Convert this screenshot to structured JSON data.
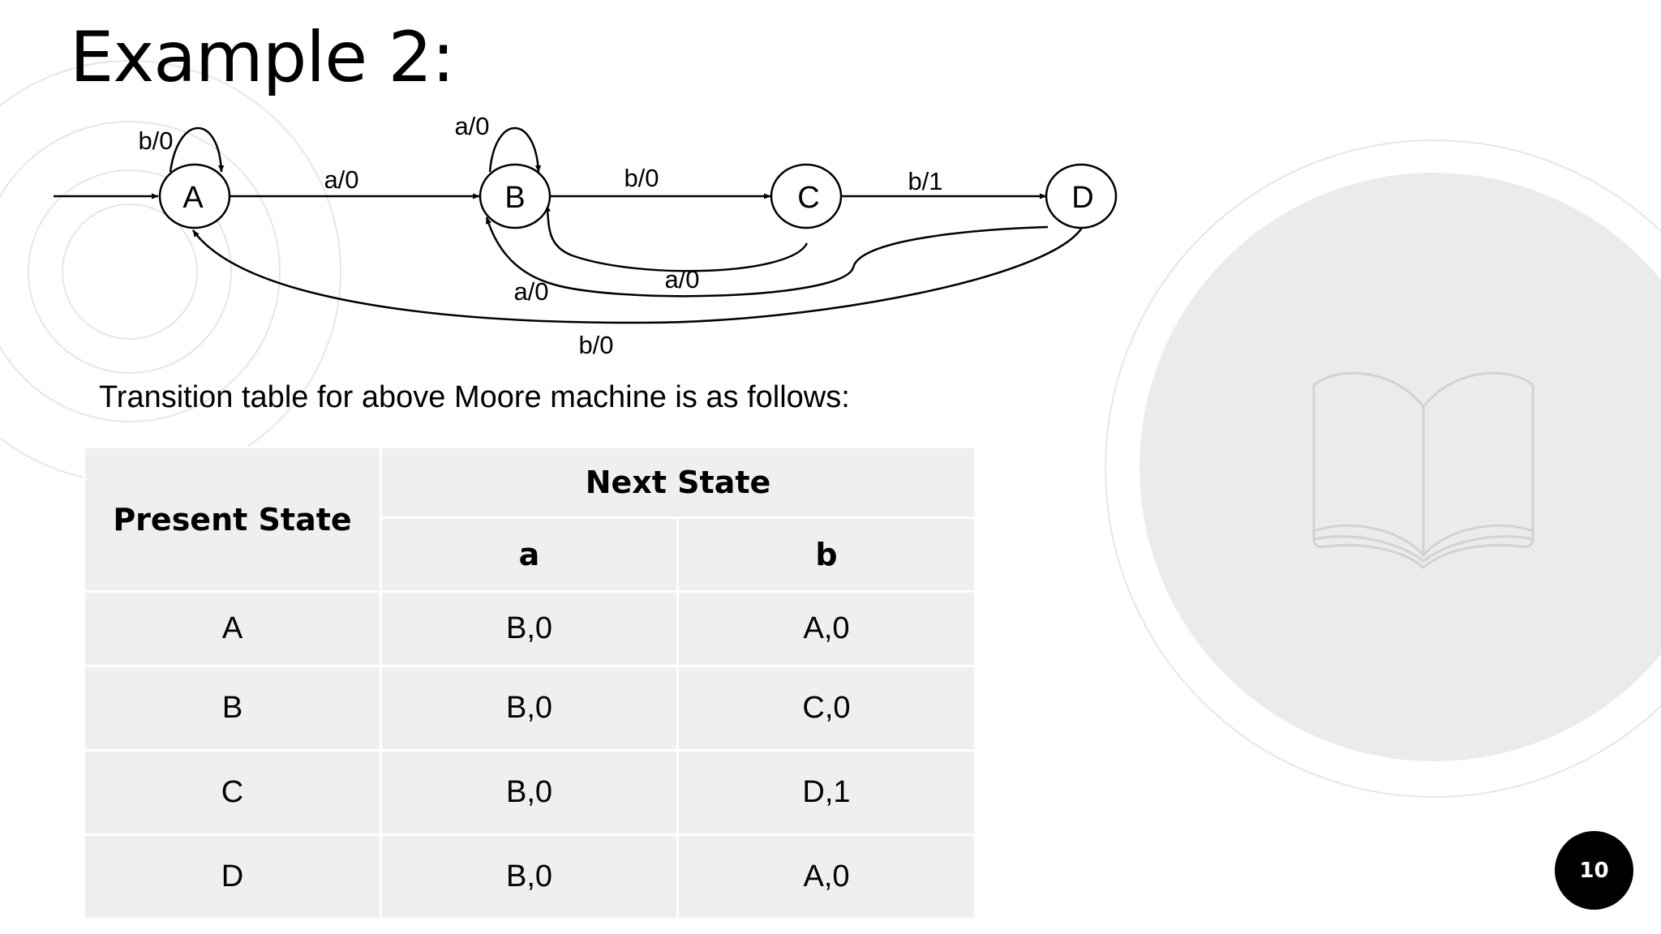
{
  "slide": {
    "title": "Example 2:",
    "caption": "Transition table for above Moore machine is as follows:",
    "page_number": "10"
  },
  "diagram": {
    "states": [
      "A",
      "B",
      "C",
      "D"
    ],
    "labels": {
      "a_self_loop": "b/0",
      "a_to_b": "a/0",
      "b_self_loop": "a/0",
      "b_to_c": "b/0",
      "c_to_d": "b/1",
      "c_to_b": "a/0",
      "d_to_b": "a/0",
      "d_to_a": "b/0"
    }
  },
  "table": {
    "headers": {
      "present_state": "Present State",
      "next_state": "Next State",
      "a": "a",
      "b": "b"
    },
    "rows": [
      {
        "state": "A",
        "a": "B,0",
        "b": "A,0"
      },
      {
        "state": "B",
        "a": "B,0",
        "b": "C,0"
      },
      {
        "state": "C",
        "a": "B,0",
        "b": "D,1"
      },
      {
        "state": "D",
        "a": "B,0",
        "b": "A,0"
      }
    ]
  },
  "colors": {
    "background": "#ffffff",
    "decoration_fill": "#ebebeb",
    "decoration_stroke": "#e6e6e6",
    "table_cell": "#efefef",
    "badge": "#000000"
  },
  "icons": [
    "open-book-icon"
  ]
}
